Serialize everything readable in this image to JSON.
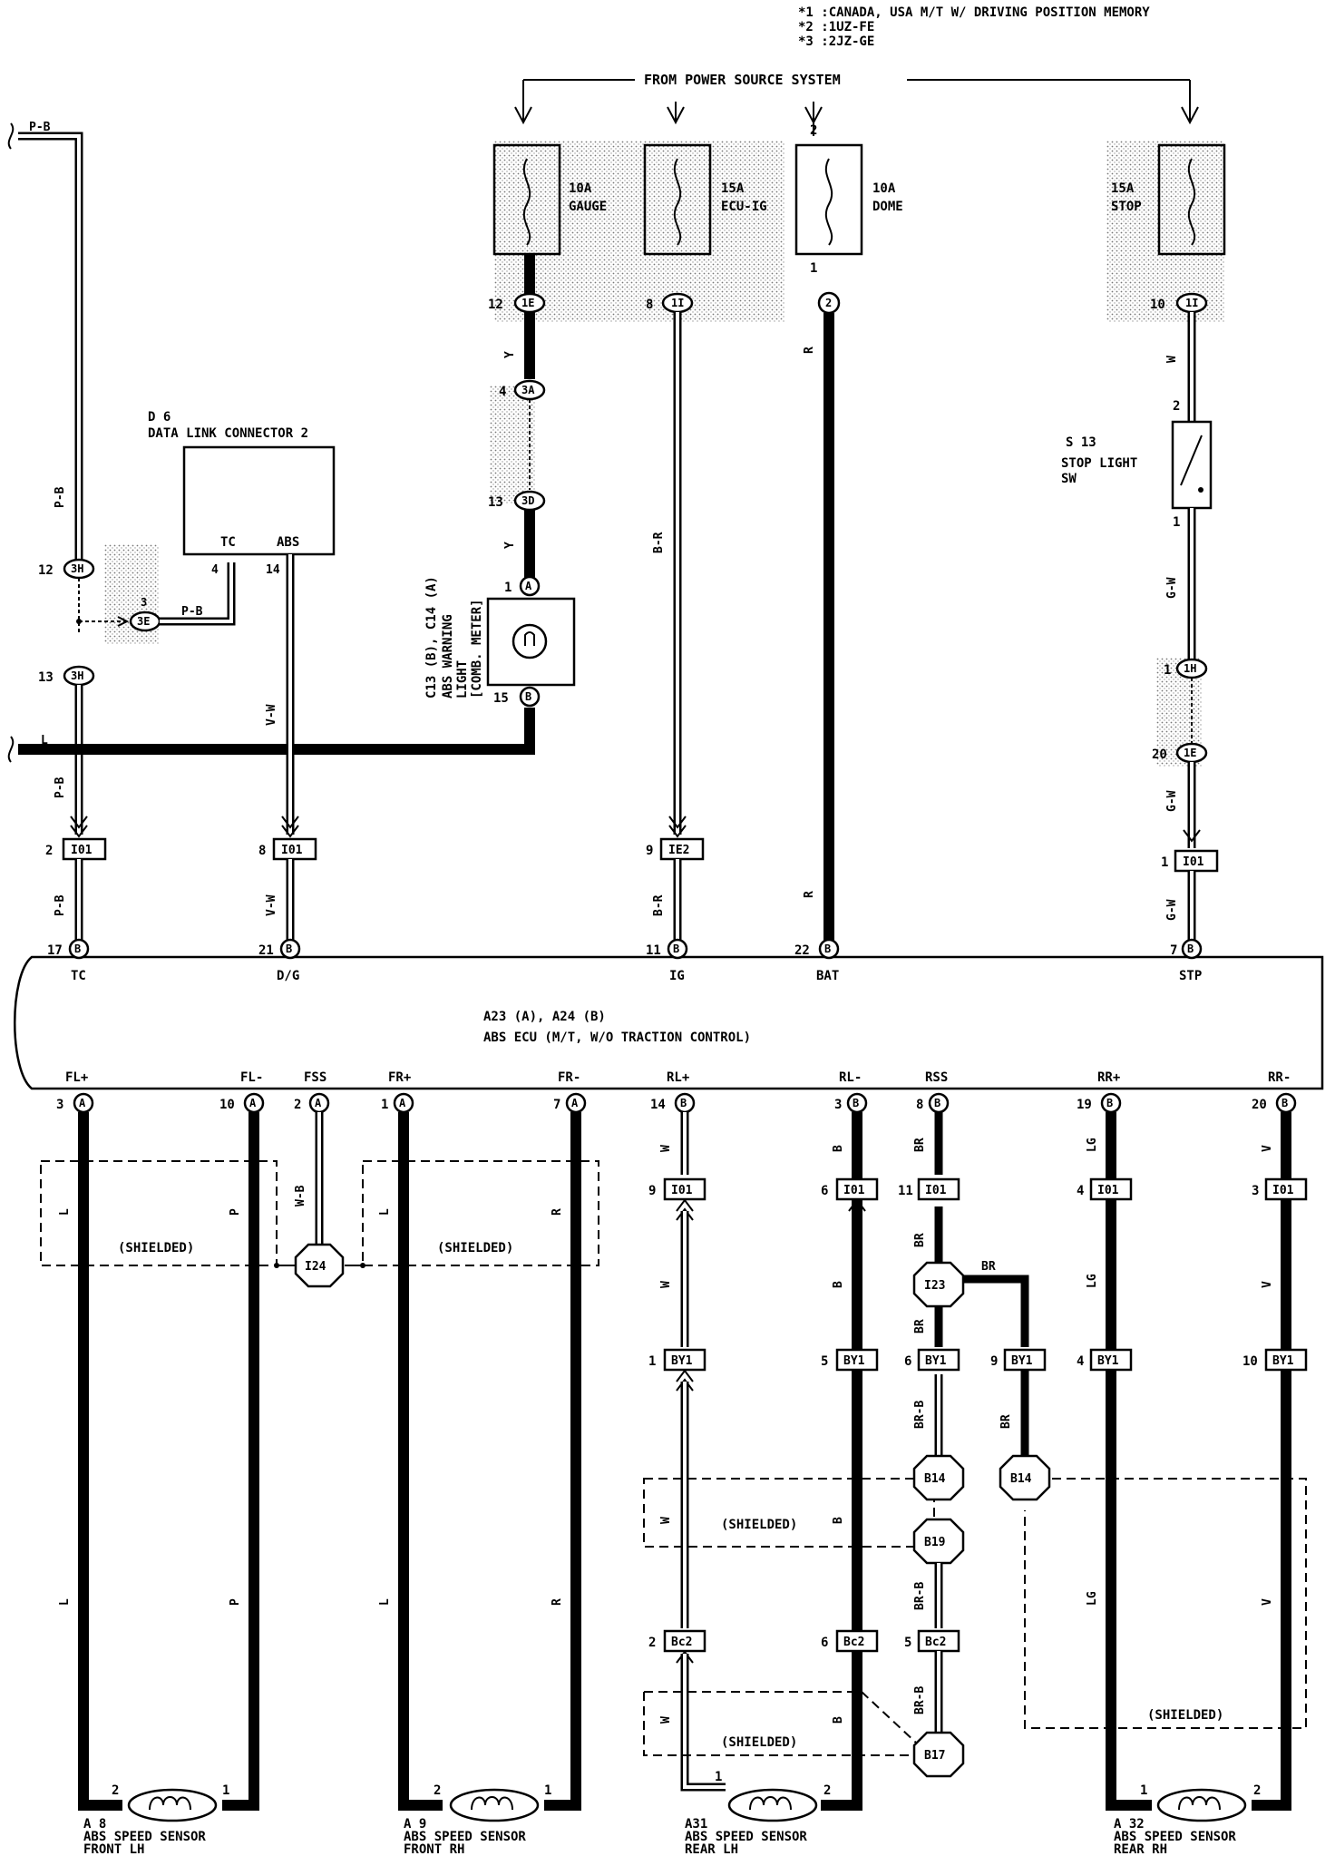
{
  "notes": [
    "*1 :CANADA, USA M/T W/ DRIVING POSITION MEMORY",
    "*2 :1UZ-FE",
    "*3 :2JZ-GE"
  ],
  "power_source": "FROM POWER SOURCE SYSTEM",
  "fuses": [
    {
      "id": "gauge",
      "amp": "10A",
      "name": "GAUGE"
    },
    {
      "id": "ecuig",
      "amp": "15A",
      "name": "ECU-IG"
    },
    {
      "id": "dome",
      "amp": "10A",
      "name": "DOME"
    },
    {
      "id": "stop",
      "amp": "15A",
      "name": "STOP"
    }
  ],
  "dlc": {
    "id": "D 6",
    "name": "DATA LINK CONNECTOR 2",
    "tc": "TC",
    "abs": "ABS"
  },
  "abs_light": {
    "ref": "C13 (B), C14 (A)",
    "line1": "ABS WARNING",
    "line2": "LIGHT",
    "line3": "[COMB. METER]"
  },
  "stop_sw": {
    "id": "S 13",
    "line1": "STOP LIGHT",
    "line2": "SW"
  },
  "ecu": {
    "ref": "A23 (A), A24 (B)",
    "name": "ABS ECU (M/T, W/O TRACTION CONTROL)"
  },
  "ecu_top_pins": [
    {
      "pin": "17",
      "conn": "B",
      "label": "TC"
    },
    {
      "pin": "21",
      "conn": "B",
      "label": "D/G"
    },
    {
      "pin": "11",
      "conn": "B",
      "label": "IG"
    },
    {
      "pin": "22",
      "conn": "B",
      "label": "BAT"
    },
    {
      "pin": "7",
      "conn": "B",
      "label": "STP"
    }
  ],
  "ecu_bottom_pins": [
    {
      "pin": "3",
      "conn": "A",
      "label": "FL+"
    },
    {
      "pin": "10",
      "conn": "A",
      "label": "FL-"
    },
    {
      "pin": "2",
      "conn": "A",
      "label": "FSS"
    },
    {
      "pin": "1",
      "conn": "A",
      "label": "FR+"
    },
    {
      "pin": "7",
      "conn": "A",
      "label": "FR-"
    },
    {
      "pin": "14",
      "conn": "B",
      "label": "RL+"
    },
    {
      "pin": "3",
      "conn": "B",
      "label": "RL-"
    },
    {
      "pin": "8",
      "conn": "B",
      "label": "RSS"
    },
    {
      "pin": "19",
      "conn": "B",
      "label": "RR+"
    },
    {
      "pin": "20",
      "conn": "B",
      "label": "RR-"
    }
  ],
  "sensors": [
    {
      "id": "A 8",
      "line1": "ABS SPEED SENSOR",
      "line2": "FRONT LH"
    },
    {
      "id": "A 9",
      "line1": "ABS SPEED SENSOR",
      "line2": "FRONT RH"
    },
    {
      "id": "A31",
      "line1": "ABS SPEED SENSOR",
      "line2": "REAR LH"
    },
    {
      "id": "A 32",
      "line1": "ABS SPEED SENSOR",
      "line2": "REAR RH"
    }
  ],
  "shielded": "(SHIELDED)",
  "connectors": {
    "c3e": "3E",
    "c3h": "3H",
    "c3a": "3A",
    "c3d": "3D",
    "c1e": "1E",
    "c1i": "1I",
    "c2": "2",
    "c1h": "1H",
    "a": "A",
    "b": "B",
    "i01": "I01",
    "ie2": "IE2",
    "by1": "BY1",
    "bc2": "Bc2",
    "i24": "I24",
    "i23": "I23",
    "b14": "B14",
    "b19": "B19",
    "b17": "B17"
  },
  "wire_colors": {
    "pb": "P-B",
    "l": "L",
    "y": "Y",
    "br_r": "B-R",
    "r": "R",
    "w": "W",
    "g_w": "G-W",
    "v_w": "V-W",
    "p": "P",
    "w_b": "W-B",
    "b": "B",
    "br": "BR",
    "br_b": "BR-B",
    "lg": "LG",
    "v": "V"
  },
  "pin_nums": {
    "n1": "1",
    "n2": "2",
    "n3": "3",
    "n4": "4",
    "n5": "5",
    "n6": "6",
    "n7": "7",
    "n8": "8",
    "n9": "9",
    "n10": "10",
    "n11": "11",
    "n12": "12",
    "n13": "13",
    "n14": "14",
    "n15": "15",
    "n20": "20"
  }
}
